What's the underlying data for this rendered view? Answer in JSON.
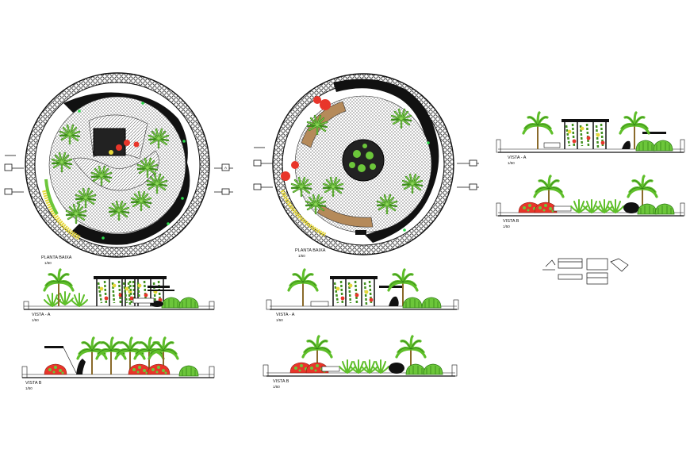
{
  "drawing": {
    "plan_left": {
      "title": "PLANTA BAIXA",
      "scale": "1/50"
    },
    "plan_right": {
      "title": "PLANTA BAIXA",
      "scale": "1/50"
    },
    "elev_left_a": {
      "title": "VISTA - A",
      "scale": "1/50"
    },
    "elev_left_b": {
      "title": "VISTA B",
      "scale": "1/50"
    },
    "elev_mid_a": {
      "title": "VISTA - A",
      "scale": "1/50"
    },
    "elev_mid_b": {
      "title": "VISTA B",
      "scale": "1/50"
    },
    "elev_right_a": {
      "title": "VISTA - A",
      "scale": "1/50"
    },
    "elev_right_b": {
      "title": "VISTA B",
      "scale": "1/50"
    },
    "section_marker": "A"
  },
  "colors": {
    "palm": "#5fbf2a",
    "palm_dark": "#2e7d14",
    "flower": "#e8352a",
    "yellow": "#e6d83a",
    "black": "#111111",
    "hatch": "#555555"
  }
}
